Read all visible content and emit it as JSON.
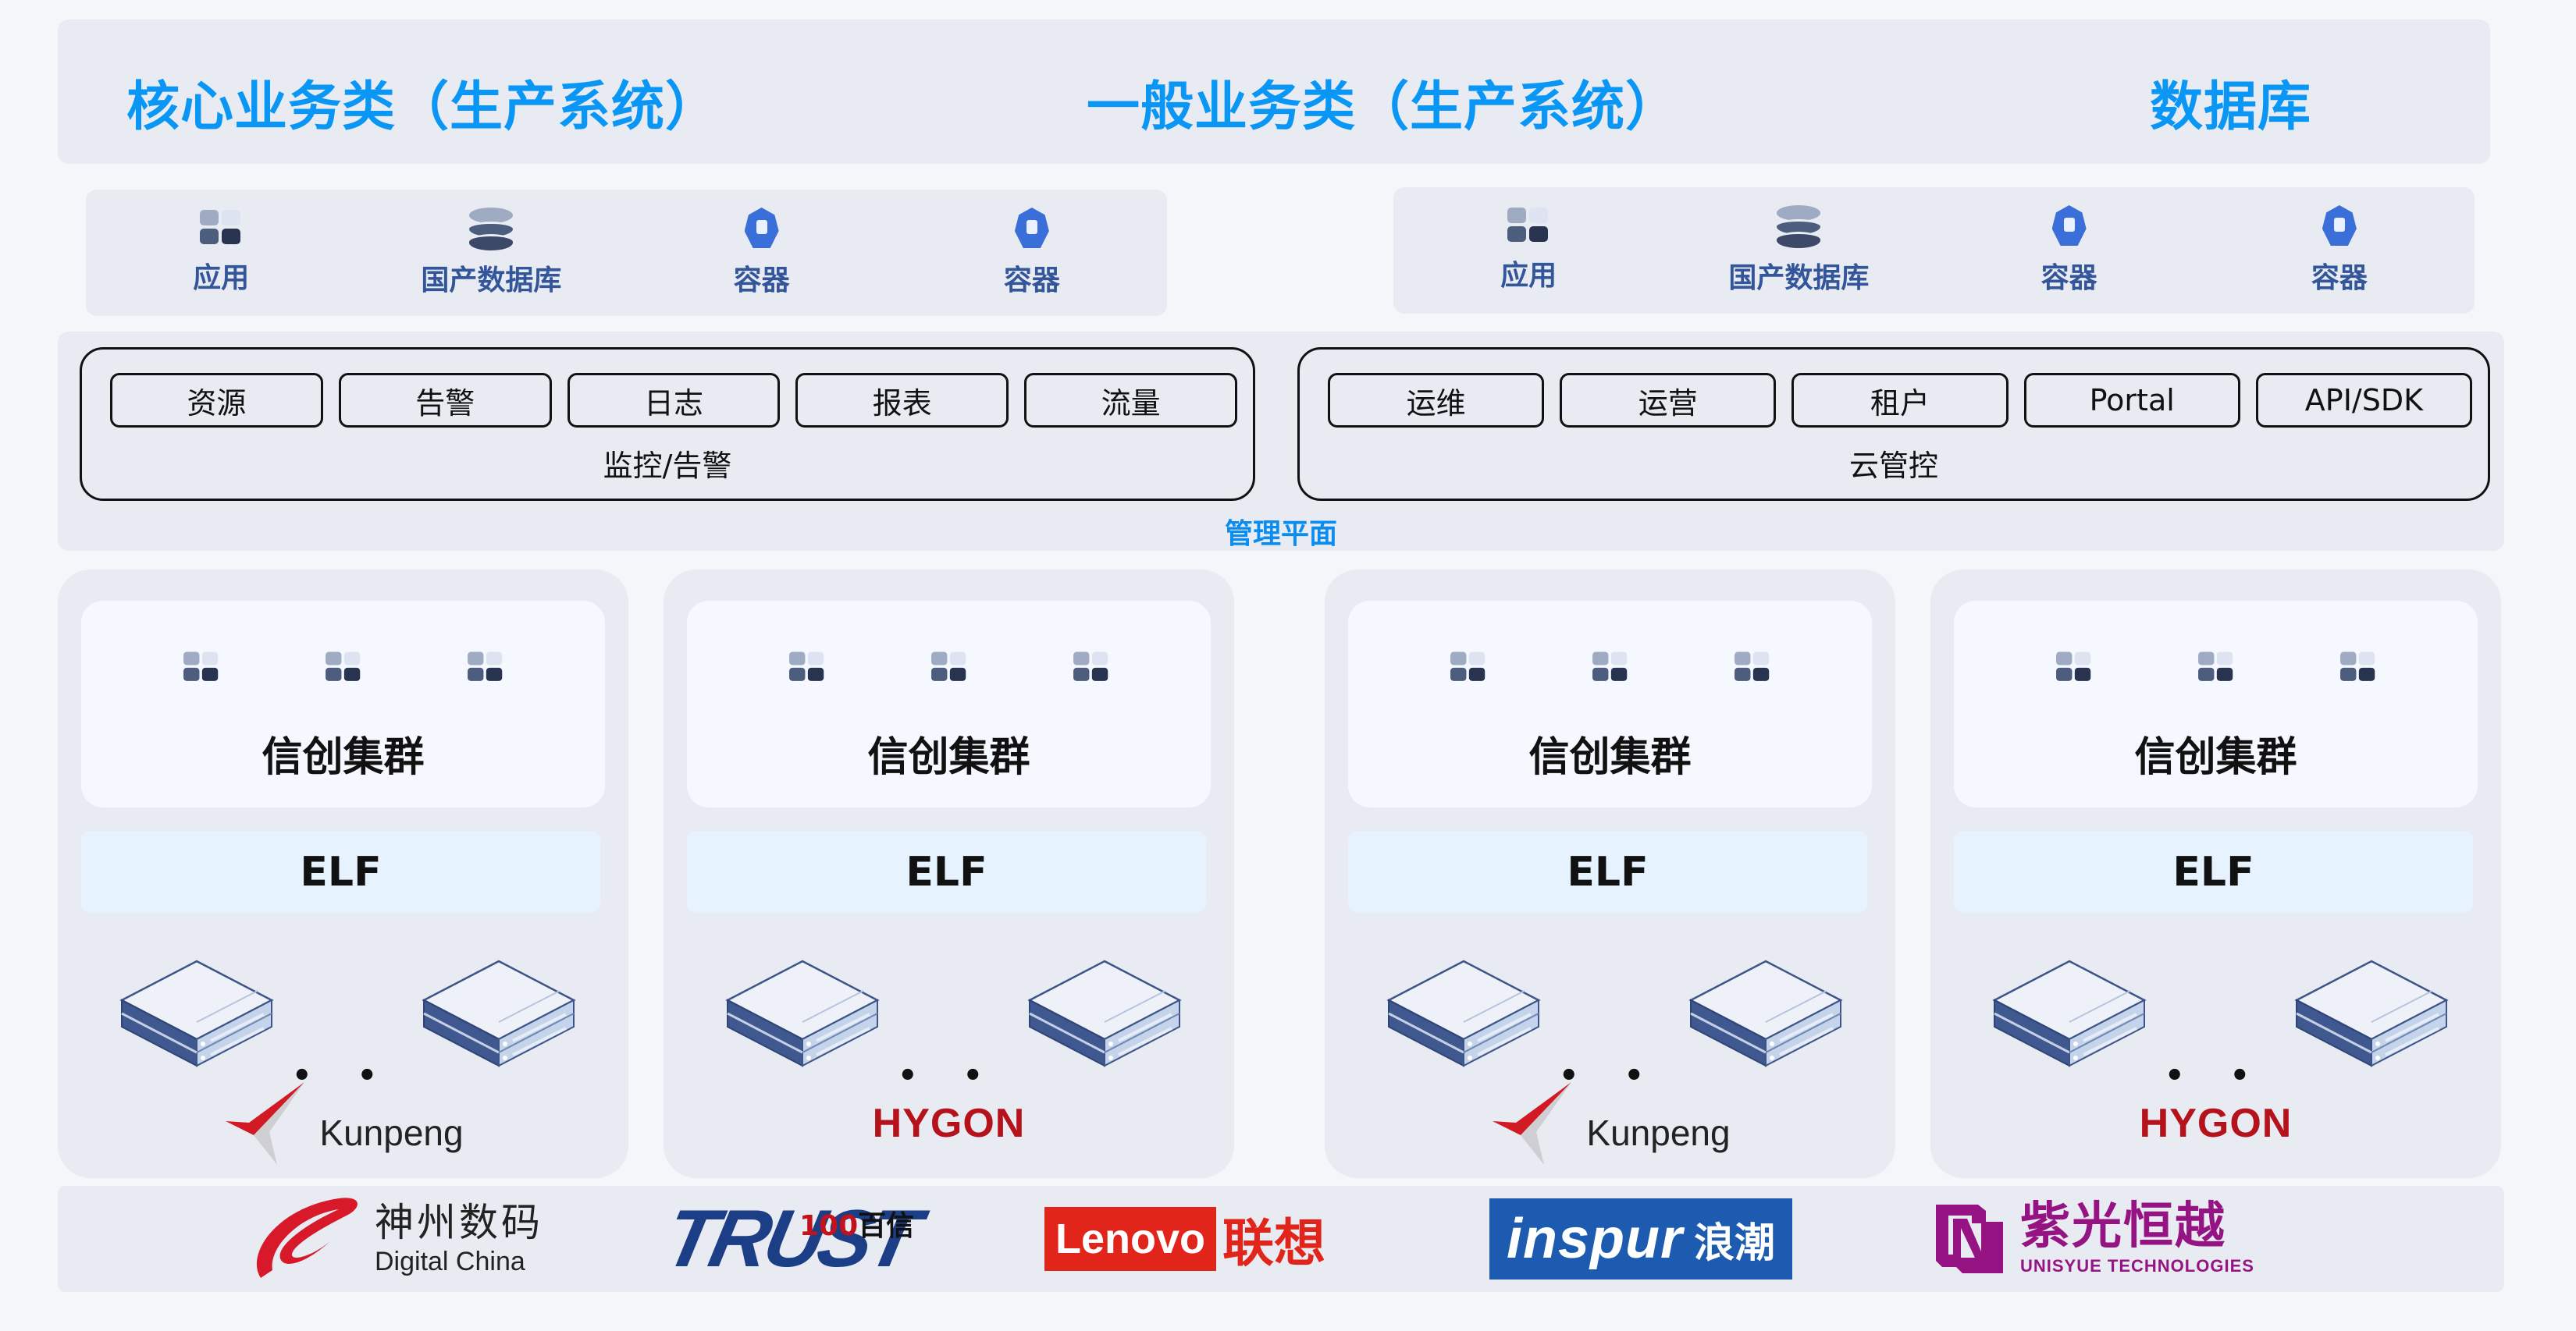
{
  "header": {
    "titles": [
      "核心业务类（生产系统）",
      "一般业务类（生产系统）",
      "数据库"
    ],
    "accent_color": "#0a96f5"
  },
  "workload_rows": [
    {
      "items": [
        {
          "icon": "app-grid-icon",
          "label": "应用"
        },
        {
          "icon": "database-icon",
          "label": "国产数据库"
        },
        {
          "icon": "container-icon",
          "label": "容器"
        },
        {
          "icon": "container-icon",
          "label": "容器"
        }
      ]
    },
    {
      "items": [
        {
          "icon": "app-grid-icon",
          "label": "应用"
        },
        {
          "icon": "database-icon",
          "label": "国产数据库"
        },
        {
          "icon": "container-icon",
          "label": "容器"
        },
        {
          "icon": "container-icon",
          "label": "容器"
        }
      ]
    }
  ],
  "management": {
    "title": "管理平面",
    "groups": [
      {
        "caption": "监控/告警",
        "buttons": [
          "资源",
          "告警",
          "日志",
          "报表",
          "流量"
        ]
      },
      {
        "caption": "云管控",
        "buttons": [
          "运维",
          "运营",
          "租户",
          "Portal",
          "API/SDK"
        ]
      }
    ]
  },
  "clusters": [
    {
      "name": "信创集群",
      "layer": "ELF",
      "ellipsis": "• •",
      "vendor": "Kunpeng",
      "vendor_color": "#222222"
    },
    {
      "name": "信创集群",
      "layer": "ELF",
      "ellipsis": "• •",
      "vendor": "HYGON",
      "vendor_color": "#b5121b"
    },
    {
      "name": "信创集群",
      "layer": "ELF",
      "ellipsis": "• •",
      "vendor": "Kunpeng",
      "vendor_color": "#222222"
    },
    {
      "name": "信创集群",
      "layer": "ELF",
      "ellipsis": "• •",
      "vendor": "HYGON",
      "vendor_color": "#b5121b"
    }
  ],
  "hardware_vendors": {
    "digital_china": {
      "cn": "神州数码",
      "en": "Digital China"
    },
    "trust": {
      "en": "TRUST",
      "num": "100",
      "cn": "百信"
    },
    "lenovo": {
      "en": "Lenovo",
      "cn": "联想"
    },
    "inspur": {
      "en": "inspur",
      "cn": "浪潮"
    },
    "unisyue": {
      "cn": "紫光恒越",
      "en": "UNISYUE TECHNOLOGIES"
    }
  }
}
